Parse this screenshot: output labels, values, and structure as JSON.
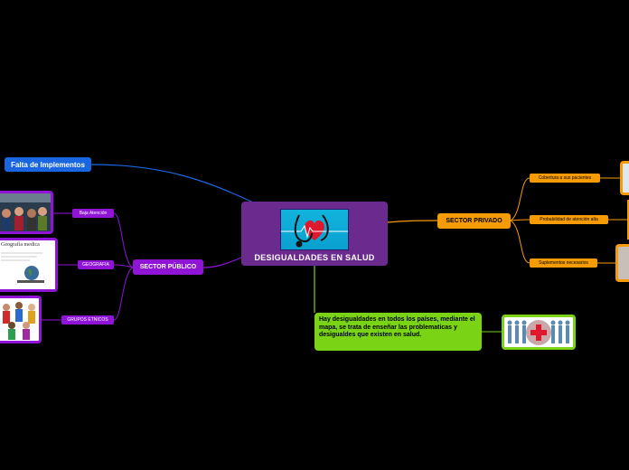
{
  "central": {
    "title": "DESIGUALDADES EN  SALUD",
    "image": "heart-stethoscope"
  },
  "left_top": {
    "label": "Falta de Implementos",
    "color": "#1a66e0"
  },
  "sector_publico": {
    "label": "SECTOR PÚBLICO",
    "color": "#8f14d6",
    "children": [
      {
        "label": "Baja Atención",
        "image": "crowd-photo"
      },
      {
        "label": "GEOGRAFIA",
        "image": "geografia-medica",
        "image_caption": "Geografía medica"
      },
      {
        "label": "GRUPOS ETNICOS",
        "image": "ethnic-people"
      }
    ]
  },
  "sector_privado": {
    "label": "SECTOR PRIVADO",
    "color": "#f59b06",
    "children": [
      {
        "label": "Cobertura a sus pacientes"
      },
      {
        "label": "Probabilidad de atención alta"
      },
      {
        "label": "Suplementos necesarios"
      }
    ]
  },
  "note": {
    "text": "Hay desigualdades en todos los países, mediante el mapa, se trata de enseñar las problematicas y desigualdes que existen en salud.",
    "color": "#7ad415",
    "image": "people-red-cross"
  }
}
